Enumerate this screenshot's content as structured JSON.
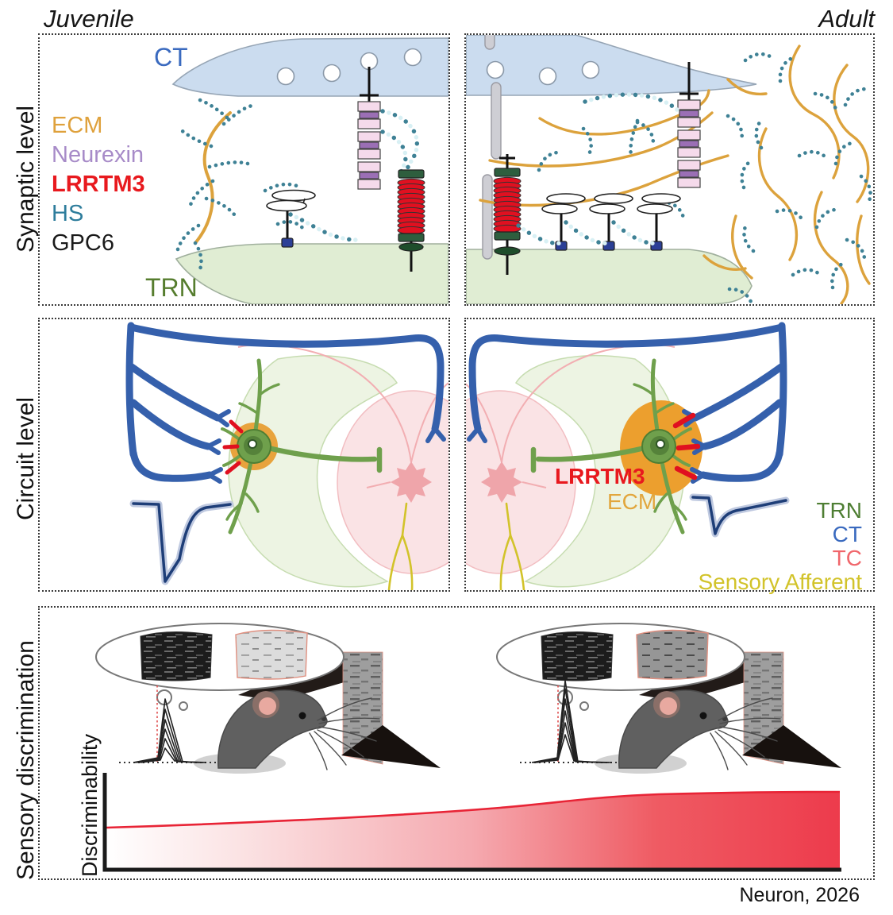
{
  "figure": {
    "credit": "Neuron, 2026",
    "columns": {
      "left": "Juvenile",
      "right": "Adult"
    },
    "rows": {
      "synaptic": "Synaptic level",
      "circuit": "Circuit level",
      "discrimination": "Sensory discrimination"
    }
  },
  "synaptic": {
    "ct_label": "CT",
    "trn_label": "TRN",
    "legend": [
      {
        "label": "ECM",
        "color": "#DFA13C"
      },
      {
        "label": "Neurexin",
        "color": "#A78BC8"
      },
      {
        "label": "LRRTM3",
        "color": "#E8191E"
      },
      {
        "label": "HS",
        "color": "#2E7D9C"
      },
      {
        "label": "GPC6",
        "color": "#1A1A1A"
      }
    ]
  },
  "circuit": {
    "lrrtm3_label": {
      "text": "LRRTM3",
      "color": "#E8191E"
    },
    "ecm_label": {
      "text": "ECM",
      "color": "#E2A63D"
    },
    "legend": [
      {
        "label": "TRN",
        "color": "#4E7E33"
      },
      {
        "label": "CT",
        "color": "#3A6ABF"
      },
      {
        "label": "TC",
        "color": "#F0666B"
      },
      {
        "label": "Sensory Afferent",
        "color": "#D2C32A"
      }
    ]
  },
  "discrimination": {
    "ylabel": "Discriminability"
  },
  "chart_data": {
    "type": "area",
    "title": "",
    "xlabel": "",
    "ylabel": "Discriminability",
    "x_normalized": [
      0,
      0.1,
      0.2,
      0.3,
      0.4,
      0.5,
      0.55,
      0.6,
      0.65,
      0.7,
      0.8,
      0.9,
      1.0
    ],
    "y_normalized": [
      0.44,
      0.45,
      0.46,
      0.48,
      0.51,
      0.56,
      0.6,
      0.66,
      0.72,
      0.76,
      0.79,
      0.8,
      0.81
    ],
    "ylim": [
      0,
      1
    ],
    "line_color": "#E82436",
    "fill": "gradient left white to right red",
    "axes": "L-shaped black axes, no ticks, no gridlines",
    "legend_position": "none"
  }
}
